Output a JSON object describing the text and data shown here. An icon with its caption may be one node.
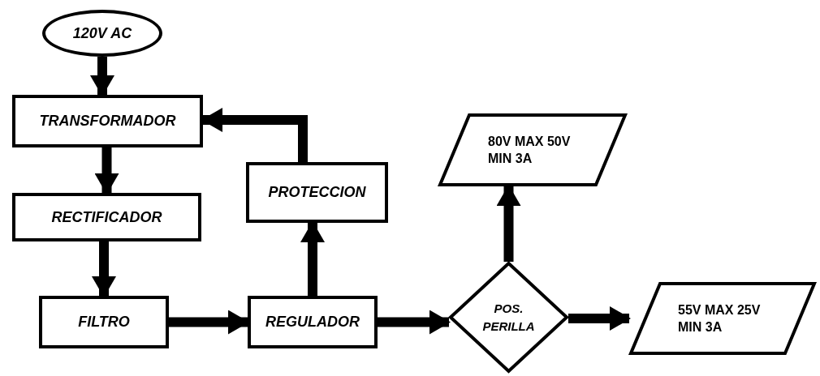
{
  "diagram": {
    "nodes": [
      {
        "text": [
          "120V AC"
        ]
      },
      {
        "text": [
          "TRANSFORMADOR"
        ]
      },
      {
        "text": [
          "RECTIFICADOR"
        ]
      },
      {
        "text": [
          "FILTRO"
        ]
      },
      {
        "text": [
          "REGULADOR"
        ]
      },
      {
        "text": [
          "PROTECCION"
        ]
      },
      {
        "text": [
          "POS. PERILLA"
        ]
      },
      {
        "text": [
          "80V MAX 50V MIN 3A"
        ]
      },
      {
        "text": [
          "55V MAX 25V MIN 3A"
        ]
      }
    ],
    "edges": [
      {
        "from": 0,
        "to": 1,
        "arrow": "to"
      },
      {
        "from": 1,
        "to": 2,
        "arrow": "to"
      },
      {
        "from": 2,
        "to": 3,
        "arrow": "to"
      },
      {
        "from": 3,
        "to": 4,
        "arrow": "to"
      },
      {
        "from": 4,
        "to": 5,
        "arrow": "to"
      },
      {
        "from": 5,
        "to": 1,
        "arrow": "to"
      },
      {
        "from": 4,
        "to": 6,
        "arrow": "to"
      },
      {
        "from": 6,
        "to": 7,
        "arrow": "to"
      },
      {
        "from": 6,
        "to": 8,
        "arrow": "to"
      }
    ]
  }
}
